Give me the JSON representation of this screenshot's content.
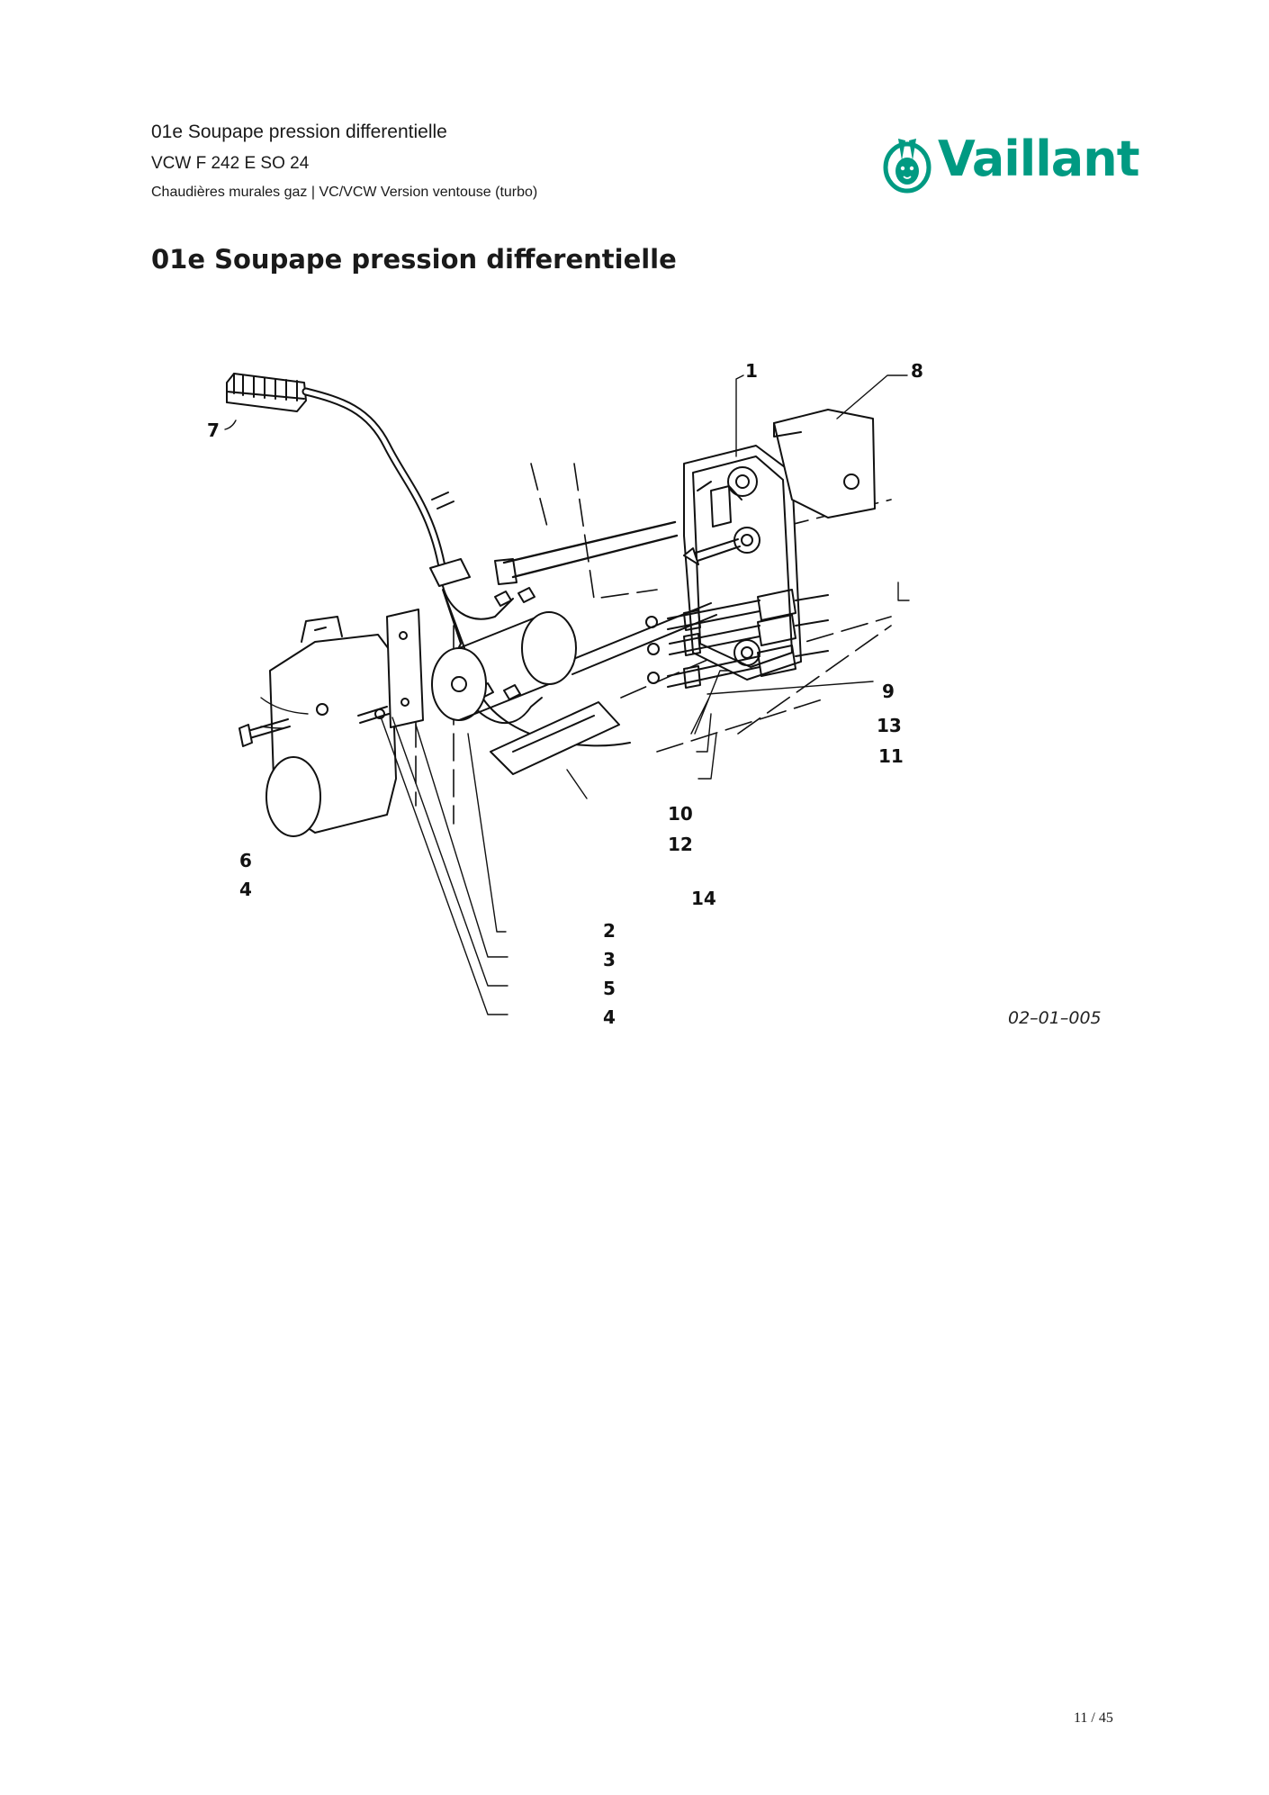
{
  "header": {
    "section_title": "01e Soupape pression differentielle",
    "model": "VCW F 242 E SO 24",
    "category": "Chaudières murales gaz | VC/VCW Version ventouse (turbo)"
  },
  "brand": {
    "name": "Vaillant",
    "color": "#009a82",
    "icon": "vaillant-hare-logo"
  },
  "heading": "01e Soupape pression differentielle",
  "figure": {
    "code": "02–01–005",
    "callouts": [
      "7",
      "1",
      "8",
      "9",
      "13",
      "11",
      "10",
      "12",
      "6",
      "4",
      "14",
      "2",
      "3",
      "5",
      "4"
    ]
  },
  "footer": {
    "page": "11 / 45"
  }
}
